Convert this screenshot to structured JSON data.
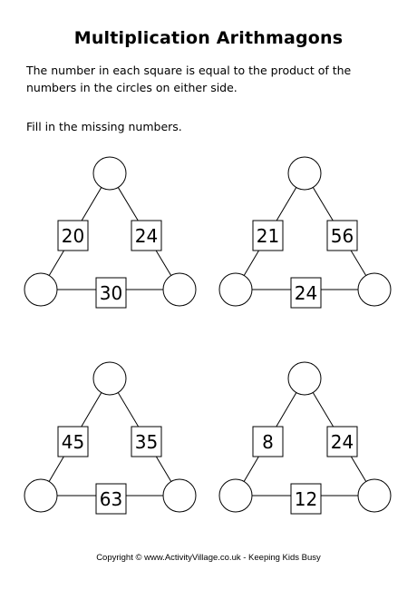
{
  "title": "Multiplication Arithmagons",
  "instructions": {
    "rule": "The number in each square is equal to the product of the numbers in the circles on either side.",
    "task": "Fill in the missing numbers."
  },
  "puzzles": [
    {
      "left": "20",
      "right": "24",
      "bottom": "30"
    },
    {
      "left": "21",
      "right": "56",
      "bottom": "24"
    },
    {
      "left": "45",
      "right": "35",
      "bottom": "63"
    },
    {
      "left": "8",
      "right": "24",
      "bottom": "12"
    }
  ],
  "footer": "Copyright © www.ActivityVillage.co.uk - Keeping Kids Busy"
}
